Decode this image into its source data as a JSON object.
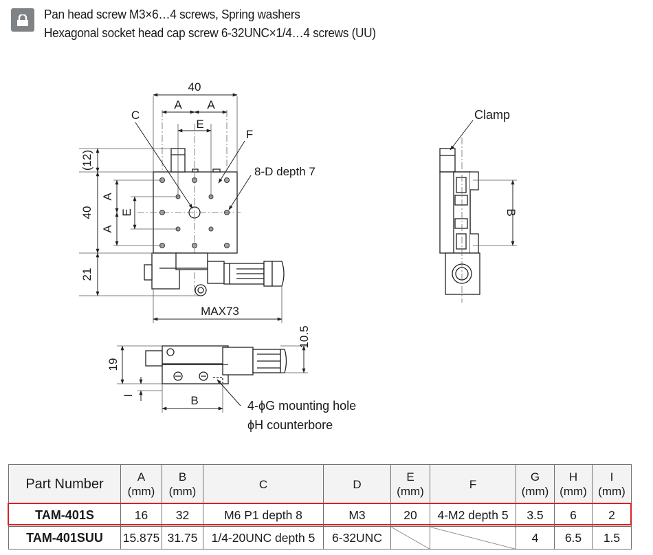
{
  "header": {
    "icon": "screw-icon",
    "line1": "Pan head screw M3×6…4 screws, Spring washers",
    "line2": "Hexagonal socket head cap screw 6-32UNC×1/4…4 screws (UU)"
  },
  "drawing": {
    "dim_40_top": "40",
    "dim_a_left": "A",
    "dim_a_right": "A",
    "dim_e_top": "E",
    "label_c": "C",
    "label_f": "F",
    "label_8d": "8-D depth 7",
    "dim_12": "(12)",
    "dim_40_side": "40",
    "dim_a_side_top": "A",
    "dim_a_side_bottom": "A",
    "dim_e_side": "E",
    "dim_21": "21",
    "dim_max73": "MAX73",
    "label_clamp": "Clamp",
    "dim_b_right": "B",
    "dim_10_5": "10.5",
    "dim_19": "19",
    "dim_i": "I",
    "dim_b_bottom": "B",
    "label_mounting": "4-ϕG mounting hole",
    "label_counterbore": "ϕH counterbore"
  },
  "table": {
    "headers": [
      {
        "top": "Part Number",
        "unit": ""
      },
      {
        "top": "A",
        "unit": "(mm)"
      },
      {
        "top": "B",
        "unit": "(mm)"
      },
      {
        "top": "C",
        "unit": ""
      },
      {
        "top": "D",
        "unit": ""
      },
      {
        "top": "E",
        "unit": "(mm)"
      },
      {
        "top": "F",
        "unit": ""
      },
      {
        "top": "G",
        "unit": "(mm)"
      },
      {
        "top": "H",
        "unit": "(mm)"
      },
      {
        "top": "I",
        "unit": "(mm)"
      }
    ],
    "rows": [
      [
        "TAM-401S",
        "16",
        "32",
        "M6 P1 depth 8",
        "M3",
        "20",
        "4-M2 depth 5",
        "3.5",
        "6",
        "2"
      ],
      [
        "TAM-401SUU",
        "15.875",
        "31.75",
        "1/4-20UNC depth 5",
        "6-32UNC",
        "",
        "",
        "4",
        "6.5",
        "1.5"
      ]
    ],
    "highlight_color": "#d42424"
  }
}
